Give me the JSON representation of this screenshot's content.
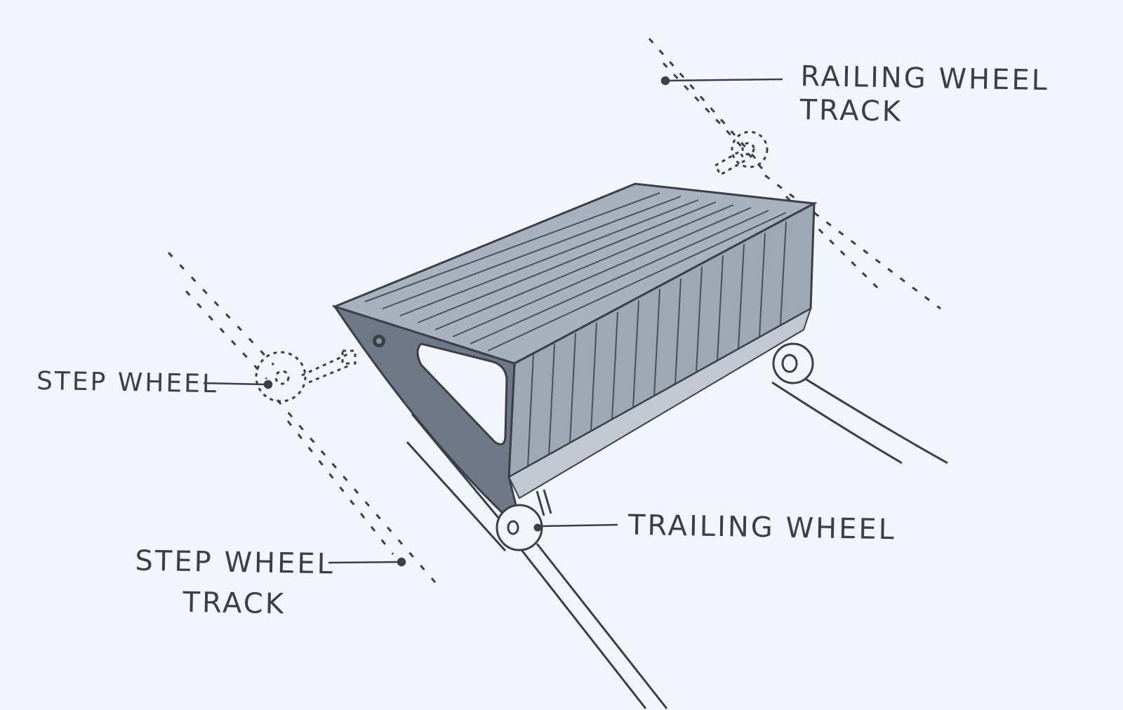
{
  "diagram": {
    "subject": "escalator step",
    "style": "hand-drawn ink sketch with grey wash",
    "colors": {
      "ink": "#3a3f48",
      "wash": "#9aa3b1",
      "wash_dark": "#6f7886",
      "paper": "#f3f5fa"
    },
    "labels": {
      "railing_wheel_track": {
        "line1": "RAILING WHEEL",
        "line2": "TRACK"
      },
      "step_wheel": {
        "line1": "STEP WHEEL"
      },
      "trailing_wheel": {
        "line1": "TRAILING WHEEL"
      },
      "step_wheel_track": {
        "line1": "STEP WHEEL",
        "line2": "TRACK"
      }
    }
  }
}
